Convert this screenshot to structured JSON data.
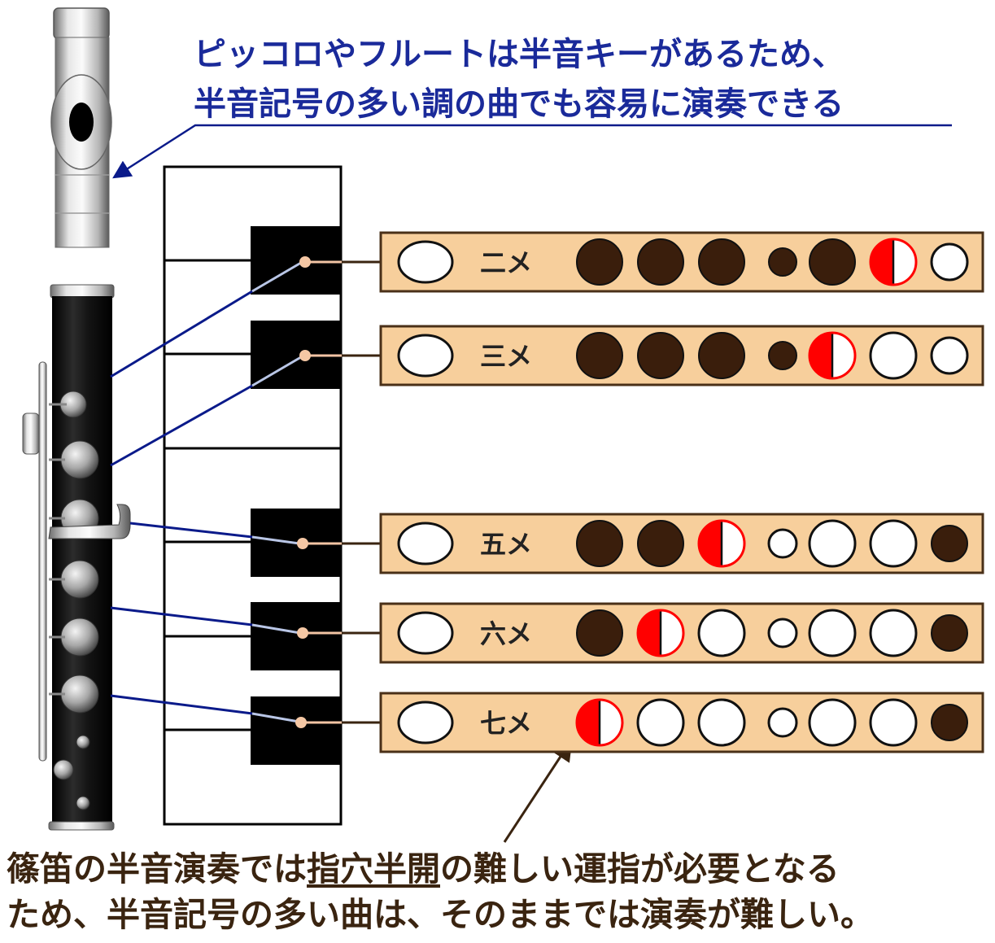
{
  "top_caption": {
    "line1": "ピッコロやフルートは半音キーがあるため、",
    "line2": "半音記号の多い調の曲でも容易に演奏できる"
  },
  "bottom_caption": {
    "line1_before": "篠笛の半音演奏では",
    "line1_underlined": "指穴半開",
    "line1_after": "の難しい運指が必要となる",
    "line2": "ため、半音記号の多い曲は、そのままでは演奏が難しい。"
  },
  "colors": {
    "card_fill": "#f7cf9c",
    "card_border": "#4a3018",
    "hole_closed": "#3a1e0c",
    "hole_half": "#ff0000",
    "flute_line": "#0a1a8a",
    "connector": "#3a2410",
    "caption_top": "#1a2a9a",
    "caption_bottom": "#3a2410"
  },
  "fingering_rows": [
    {
      "label": "二メ",
      "holes": [
        "closed",
        "closed",
        "closed",
        "closed",
        "closed",
        "half",
        "open"
      ]
    },
    {
      "label": "三メ",
      "holes": [
        "closed",
        "closed",
        "closed",
        "closed",
        "half",
        "open",
        "open"
      ]
    },
    {
      "label": "五メ",
      "holes": [
        "closed",
        "closed",
        "half",
        "open",
        "open",
        "open",
        "closed"
      ]
    },
    {
      "label": "六メ",
      "holes": [
        "closed",
        "half",
        "open",
        "open",
        "open",
        "open",
        "closed"
      ]
    },
    {
      "label": "七メ",
      "holes": [
        "half",
        "open",
        "open",
        "open",
        "open",
        "open",
        "closed"
      ]
    }
  ]
}
